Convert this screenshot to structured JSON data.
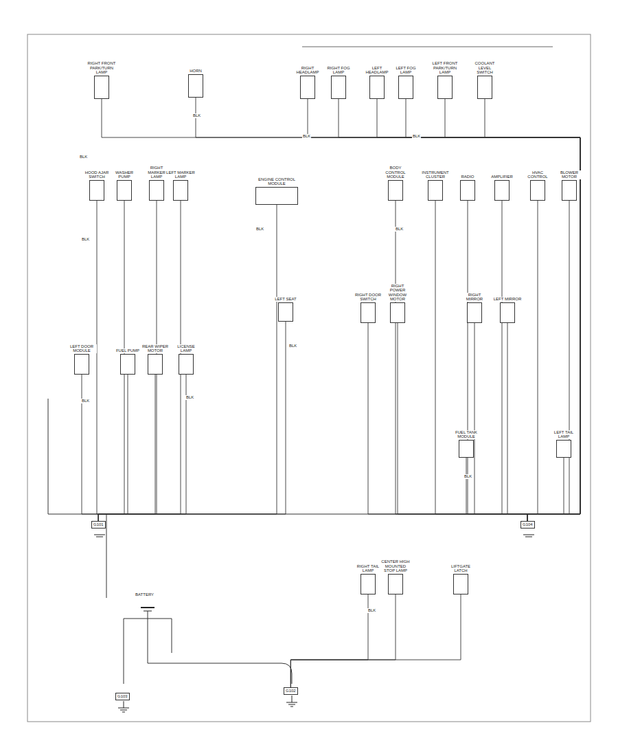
{
  "diagram": {
    "nodes": [
      {
        "text": [
          "RIGHT FRONT PARK/TURN LAMP"
        ]
      },
      {
        "text": [
          "HORN"
        ]
      },
      {
        "text": [
          "RIGHT HEADLAMP"
        ]
      },
      {
        "text": [
          "RIGHT FOG LAMP"
        ]
      },
      {
        "text": [
          "LEFT HEADLAMP"
        ]
      },
      {
        "text": [
          "LEFT FOG LAMP"
        ]
      },
      {
        "text": [
          "LEFT FRONT PARK/TURN LAMP"
        ]
      },
      {
        "text": [
          "COOLANT LEVEL SWITCH"
        ]
      },
      {
        "text": [
          "HOOD AJAR SWITCH"
        ]
      },
      {
        "text": [
          "WASHER PUMP"
        ]
      },
      {
        "text": [
          "RIGHT MARKER LAMP"
        ]
      },
      {
        "text": [
          "LEFT MARKER LAMP"
        ]
      },
      {
        "text": [
          "ENGINE CONTROL MODULE"
        ]
      },
      {
        "text": [
          "BODY CONTROL MODULE"
        ]
      },
      {
        "text": [
          "INSTRUMENT CLUSTER"
        ]
      },
      {
        "text": [
          "RADIO"
        ]
      },
      {
        "text": [
          "AMPLIFIER"
        ]
      },
      {
        "text": [
          "HVAC CONTROL"
        ]
      },
      {
        "text": [
          "BLOWER MOTOR"
        ]
      },
      {
        "text": [
          "LEFT SEAT"
        ]
      },
      {
        "text": [
          "RIGHT DOOR SWITCH"
        ]
      },
      {
        "text": [
          "RIGHT POWER WINDOW MOTOR"
        ]
      },
      {
        "text": [
          "RIGHT MIRROR"
        ]
      },
      {
        "text": [
          "LEFT MIRROR"
        ]
      },
      {
        "text": [
          "LEFT DOOR MODULE"
        ]
      },
      {
        "text": [
          "FUEL PUMP"
        ]
      },
      {
        "text": [
          "REAR WIPER MOTOR"
        ]
      },
      {
        "text": [
          "LICENSE LAMP"
        ]
      },
      {
        "text": [
          "FUEL TANK MODULE"
        ]
      },
      {
        "text": [
          "LEFT TAIL LAMP"
        ]
      },
      {
        "text": [
          "RIGHT TAIL LAMP"
        ]
      },
      {
        "text": [
          "CENTER HIGH MOUNTED STOP LAMP"
        ]
      },
      {
        "text": [
          "LIFTGATE LATCH"
        ]
      },
      {
        "text": [
          "G101"
        ]
      },
      {
        "text": [
          "G102"
        ]
      },
      {
        "text": [
          "G103"
        ]
      },
      {
        "text": [
          "G104"
        ]
      }
    ],
    "edges": [
      {
        "from": 0,
        "to": 36,
        "arrow": "none"
      },
      {
        "from": 1,
        "to": 36,
        "arrow": "none"
      },
      {
        "from": 2,
        "to": 36,
        "arrow": "none"
      },
      {
        "from": 3,
        "to": 36,
        "arrow": "none"
      },
      {
        "from": 4,
        "to": 36,
        "arrow": "none"
      },
      {
        "from": 5,
        "to": 36,
        "arrow": "none"
      },
      {
        "from": 6,
        "to": 36,
        "arrow": "none"
      },
      {
        "from": 7,
        "to": 36,
        "arrow": "none"
      },
      {
        "from": 8,
        "to": 33,
        "arrow": "none"
      },
      {
        "from": 9,
        "to": 33,
        "arrow": "none"
      },
      {
        "from": 10,
        "to": 33,
        "arrow": "none"
      },
      {
        "from": 11,
        "to": 33,
        "arrow": "none"
      },
      {
        "from": 12,
        "to": 33,
        "arrow": "none"
      },
      {
        "from": 13,
        "to": 36,
        "arrow": "none"
      },
      {
        "from": 14,
        "to": 36,
        "arrow": "none"
      },
      {
        "from": 15,
        "to": 36,
        "arrow": "none"
      },
      {
        "from": 16,
        "to": 36,
        "arrow": "none"
      },
      {
        "from": 17,
        "to": 36,
        "arrow": "none"
      },
      {
        "from": 18,
        "to": 36,
        "arrow": "none"
      },
      {
        "from": 19,
        "to": 33,
        "arrow": "none"
      },
      {
        "from": 20,
        "to": 36,
        "arrow": "none"
      },
      {
        "from": 21,
        "to": 36,
        "arrow": "none"
      },
      {
        "from": 22,
        "to": 36,
        "arrow": "none"
      },
      {
        "from": 23,
        "to": 36,
        "arrow": "none"
      },
      {
        "from": 24,
        "to": 33,
        "arrow": "none"
      },
      {
        "from": 25,
        "to": 33,
        "arrow": "none"
      },
      {
        "from": 26,
        "to": 33,
        "arrow": "none"
      },
      {
        "from": 27,
        "to": 33,
        "arrow": "none"
      },
      {
        "from": 28,
        "to": 36,
        "arrow": "none"
      },
      {
        "from": 29,
        "to": 36,
        "arrow": "none"
      },
      {
        "from": 30,
        "to": 34,
        "arrow": "none"
      },
      {
        "from": 31,
        "to": 34,
        "arrow": "none"
      },
      {
        "from": 32,
        "to": 34,
        "arrow": "none"
      }
    ],
    "labels": [
      "BLK",
      "BLK",
      "BLK",
      "BLK",
      "BLK",
      "BLK",
      "BLK",
      "BLK",
      "BLK",
      "BLK",
      "BLK",
      "BLK",
      "BATTERY"
    ]
  }
}
